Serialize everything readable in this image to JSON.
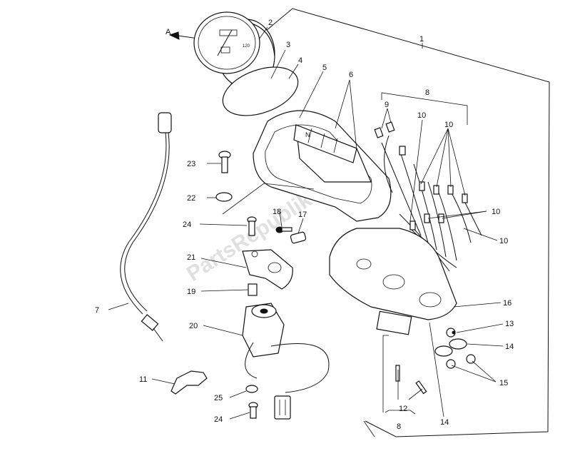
{
  "watermark": "PartsRepublik",
  "arrow_label": "A",
  "speedo_label": "120",
  "callouts": {
    "c1": "1",
    "c2": "2",
    "c3": "3",
    "c4": "4",
    "c5": "5",
    "c6": "6",
    "c7": "7",
    "c8a": "8",
    "c8b": "8",
    "c9": "9",
    "c10a": "10",
    "c10b": "10",
    "c10c": "10",
    "c10d": "10",
    "c11": "11",
    "c12": "12",
    "c13": "13",
    "c14a": "14",
    "c14b": "14",
    "c15": "15",
    "c16": "16",
    "c17": "17",
    "c18": "18",
    "c19": "19",
    "c20": "20",
    "c21": "21",
    "c22": "22",
    "c23": "23",
    "c24a": "24",
    "c24b": "24",
    "c25": "25"
  },
  "indicators": [
    "N",
    "",
    "",
    "",
    "",
    "",
    "",
    ""
  ]
}
